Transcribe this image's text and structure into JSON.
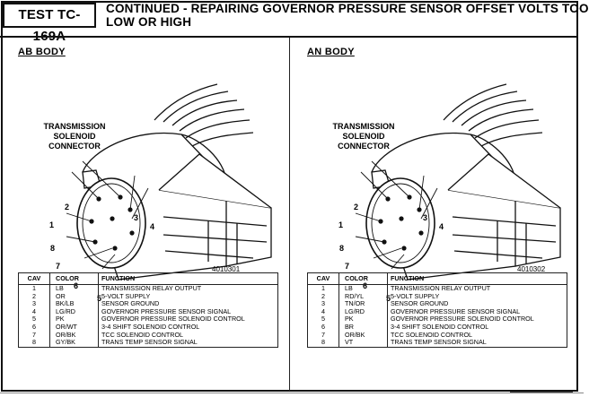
{
  "header": {
    "test_id": "TEST TC-169A",
    "title_line1": "CONTINUED - REPAIRING GOVERNOR PRESSURE SENSOR OFFSET VOLTS TOO",
    "title_line2": "LOW OR HIGH"
  },
  "panels": [
    {
      "body": "AB BODY",
      "connector_label": [
        "TRANSMISSION",
        "SOLENOID",
        "CONNECTOR"
      ],
      "figure_number": "4010301",
      "columns": [
        "CAV",
        "COLOR",
        "FUNCTION"
      ],
      "rows": [
        {
          "cav": "1",
          "color": "LB",
          "function": "TRANSMISSION RELAY OUTPUT"
        },
        {
          "cav": "2",
          "color": "OR",
          "function": "5-VOLT SUPPLY"
        },
        {
          "cav": "3",
          "color": "BK/LB",
          "function": "SENSOR GROUND"
        },
        {
          "cav": "4",
          "color": "LG/RD",
          "function": "GOVERNOR PRESSURE SENSOR SIGNAL"
        },
        {
          "cav": "5",
          "color": "PK",
          "function": "GOVERNOR PRESSURE SOLENOID CONTROL"
        },
        {
          "cav": "6",
          "color": "OR/WT",
          "function": "3-4 SHIFT SOLENOID CONTROL"
        },
        {
          "cav": "7",
          "color": "OR/BK",
          "function": "TCC SOLENOID CONTROL"
        },
        {
          "cav": "8",
          "color": "GY/BK",
          "function": "TRANS TEMP SENSOR SIGNAL"
        }
      ]
    },
    {
      "body": "AN BODY",
      "connector_label": [
        "TRANSMISSION",
        "SOLENOID",
        "CONNECTOR"
      ],
      "figure_number": "4010302",
      "columns": [
        "CAV",
        "COLOR",
        "FUNCTION"
      ],
      "rows": [
        {
          "cav": "1",
          "color": "LB",
          "function": "TRANSMISSION RELAY OUTPUT"
        },
        {
          "cav": "2",
          "color": "RD/YL",
          "function": "5-VOLT SUPPLY"
        },
        {
          "cav": "3",
          "color": "TN/OR",
          "function": "SENSOR GROUND"
        },
        {
          "cav": "4",
          "color": "LG/RD",
          "function": "GOVERNOR PRESSURE SENSOR SIGNAL"
        },
        {
          "cav": "5",
          "color": "PK",
          "function": "GOVERNOR PRESSURE SOLENOID CONTROL"
        },
        {
          "cav": "6",
          "color": "BR",
          "function": "3-4 SHIFT SOLENOID CONTROL"
        },
        {
          "cav": "7",
          "color": "OR/BK",
          "function": "TCC SOLENOID CONTROL"
        },
        {
          "cav": "8",
          "color": "VT",
          "function": "TRANS TEMP SENSOR SIGNAL"
        }
      ]
    }
  ],
  "pin_labels": [
    "1",
    "2",
    "3",
    "4",
    "5",
    "6",
    "7",
    "8"
  ]
}
